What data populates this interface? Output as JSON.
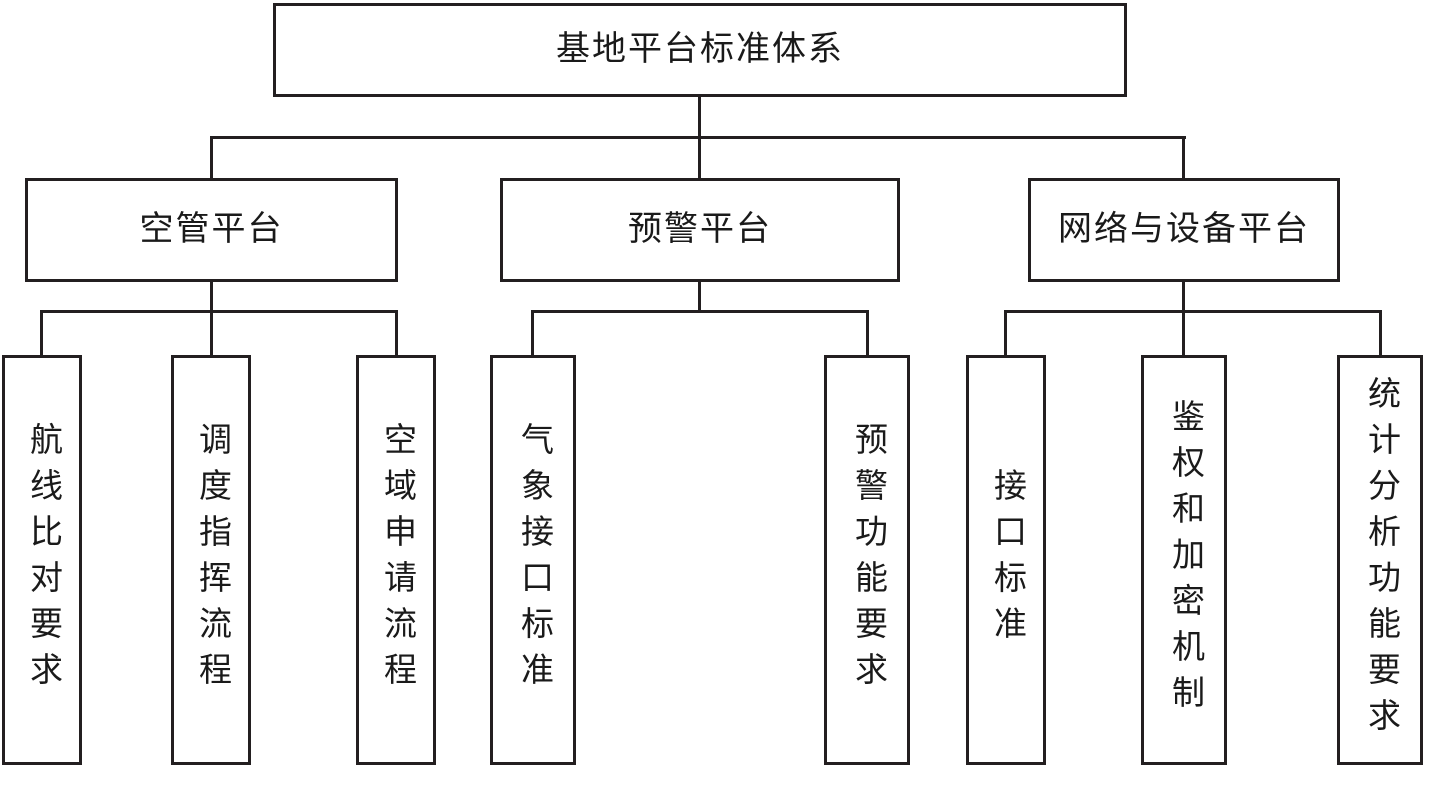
{
  "diagram": {
    "root_label": "基地平台标准体系",
    "branches": [
      {
        "label": "空管平台",
        "children": [
          "航线比对要求",
          "调度指挥流程",
          "空域申请流程"
        ]
      },
      {
        "label": "预警平台",
        "children": [
          "气象接口标准",
          "预警功能要求"
        ]
      },
      {
        "label": "网络与设备平台",
        "children": [
          "接口标准",
          "鉴权和加密机制",
          "统计分析功能要求"
        ]
      }
    ],
    "colors": {
      "line": "#231f20",
      "text": "#1a1a1a",
      "background": "#ffffff"
    }
  }
}
